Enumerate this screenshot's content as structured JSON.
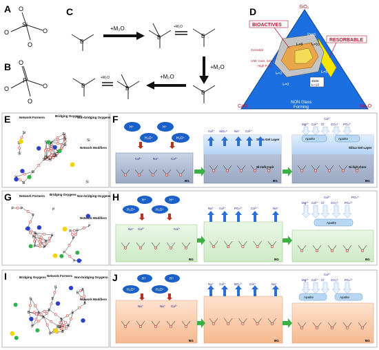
{
  "panels": {
    "A": "A",
    "B": "B",
    "C": "C",
    "D": "D",
    "E": "E",
    "F": "F",
    "G": "G",
    "H": "H",
    "I": "I",
    "J": "J"
  },
  "chem": {
    "si": "Si",
    "p": "P",
    "b": "B",
    "o": "O",
    "m2o": "+M₂O",
    "m2o_small": "+M₂O"
  },
  "ternary": {
    "top": "SiO₂",
    "left": "CaO",
    "right": "Na₂O",
    "bioactives": "BIOACTIVES",
    "resorbable": "RESORBABLE",
    "inert": "Inert",
    "non_glass": "NON Glass",
    "forming": "Forming",
    "ceravital": "Ceravital",
    "aw": "A/W: CaO, SiO₂",
    "high_p": "High P₂O₅",
    "iso_8": "Iₕ=8",
    "iso_10": "Iₕ=10",
    "iso_2": "Iₕ=2",
    "iso_5": "Iₕ=5",
    "iso_0": "Iₕ=0",
    "code1": "45S5",
    "code2": "Iₕ=13"
  },
  "network": {
    "formers": "Network Formers",
    "bridging": "Bridging Oxygens",
    "nonbridging": "Non-bridging Oxygens",
    "modifiers": "Network Modifiers"
  },
  "reaction": {
    "h": "H⁺",
    "h3o": "H₃O⁺",
    "ca": "Ca²⁺",
    "na": "Na⁺",
    "sio4": "SiO₄⁴⁻",
    "po4": "PO₄³⁻",
    "bo3": "BO₃³⁻",
    "mg": "Mg²⁺",
    "cl": "Cl⁻",
    "co3": "CO₃²⁻",
    "bg": "BG",
    "silica_gel": "Silica Gel Layer",
    "si_rich": "Si-rich Core",
    "apatite": "Apatite"
  }
}
